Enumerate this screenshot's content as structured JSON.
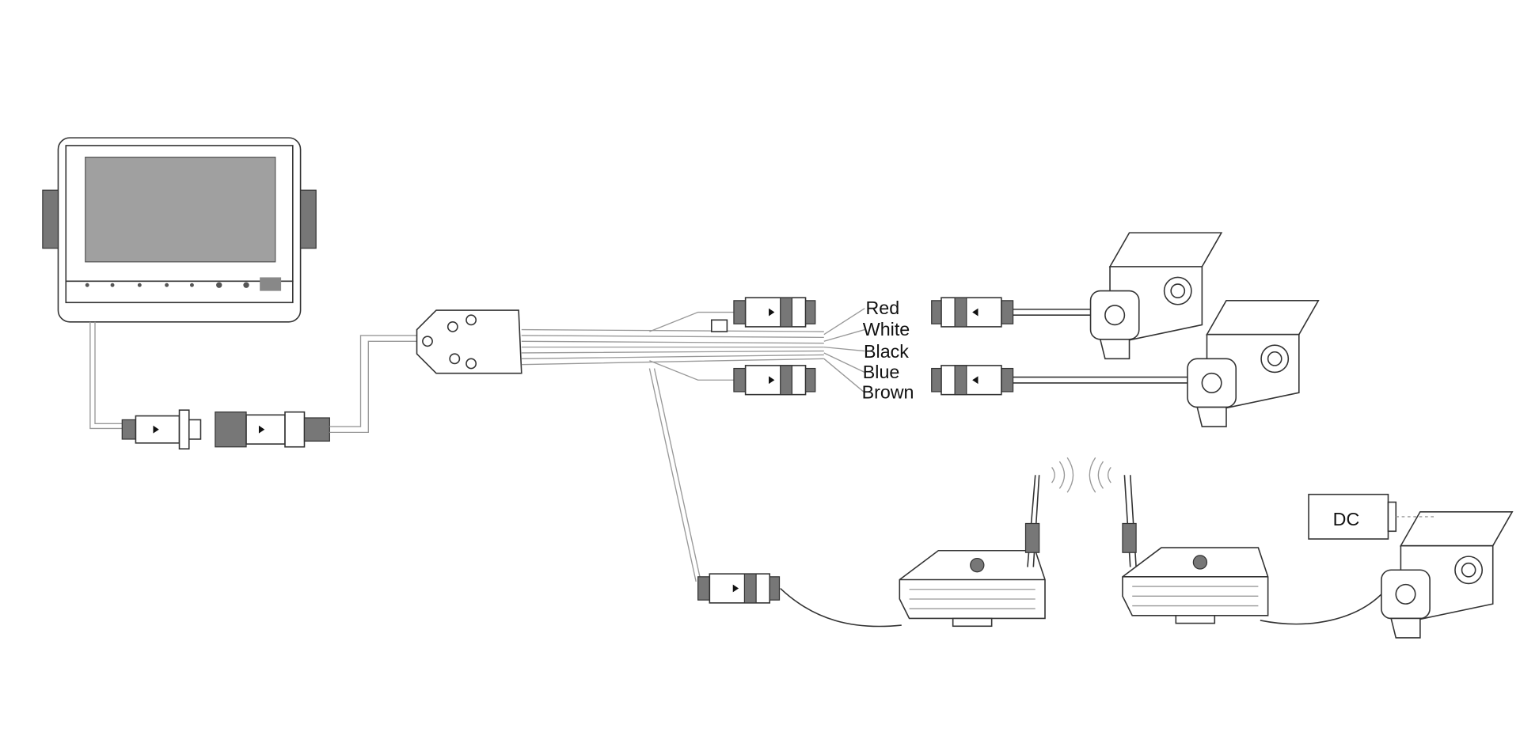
{
  "diagram": {
    "wire_labels": [
      "Red",
      "White",
      "Black",
      "Blue",
      "Brown"
    ],
    "dc_label": "DC",
    "colors": {
      "line": "#333333",
      "screen": "#a0a0a0",
      "background": "#ffffff"
    }
  }
}
